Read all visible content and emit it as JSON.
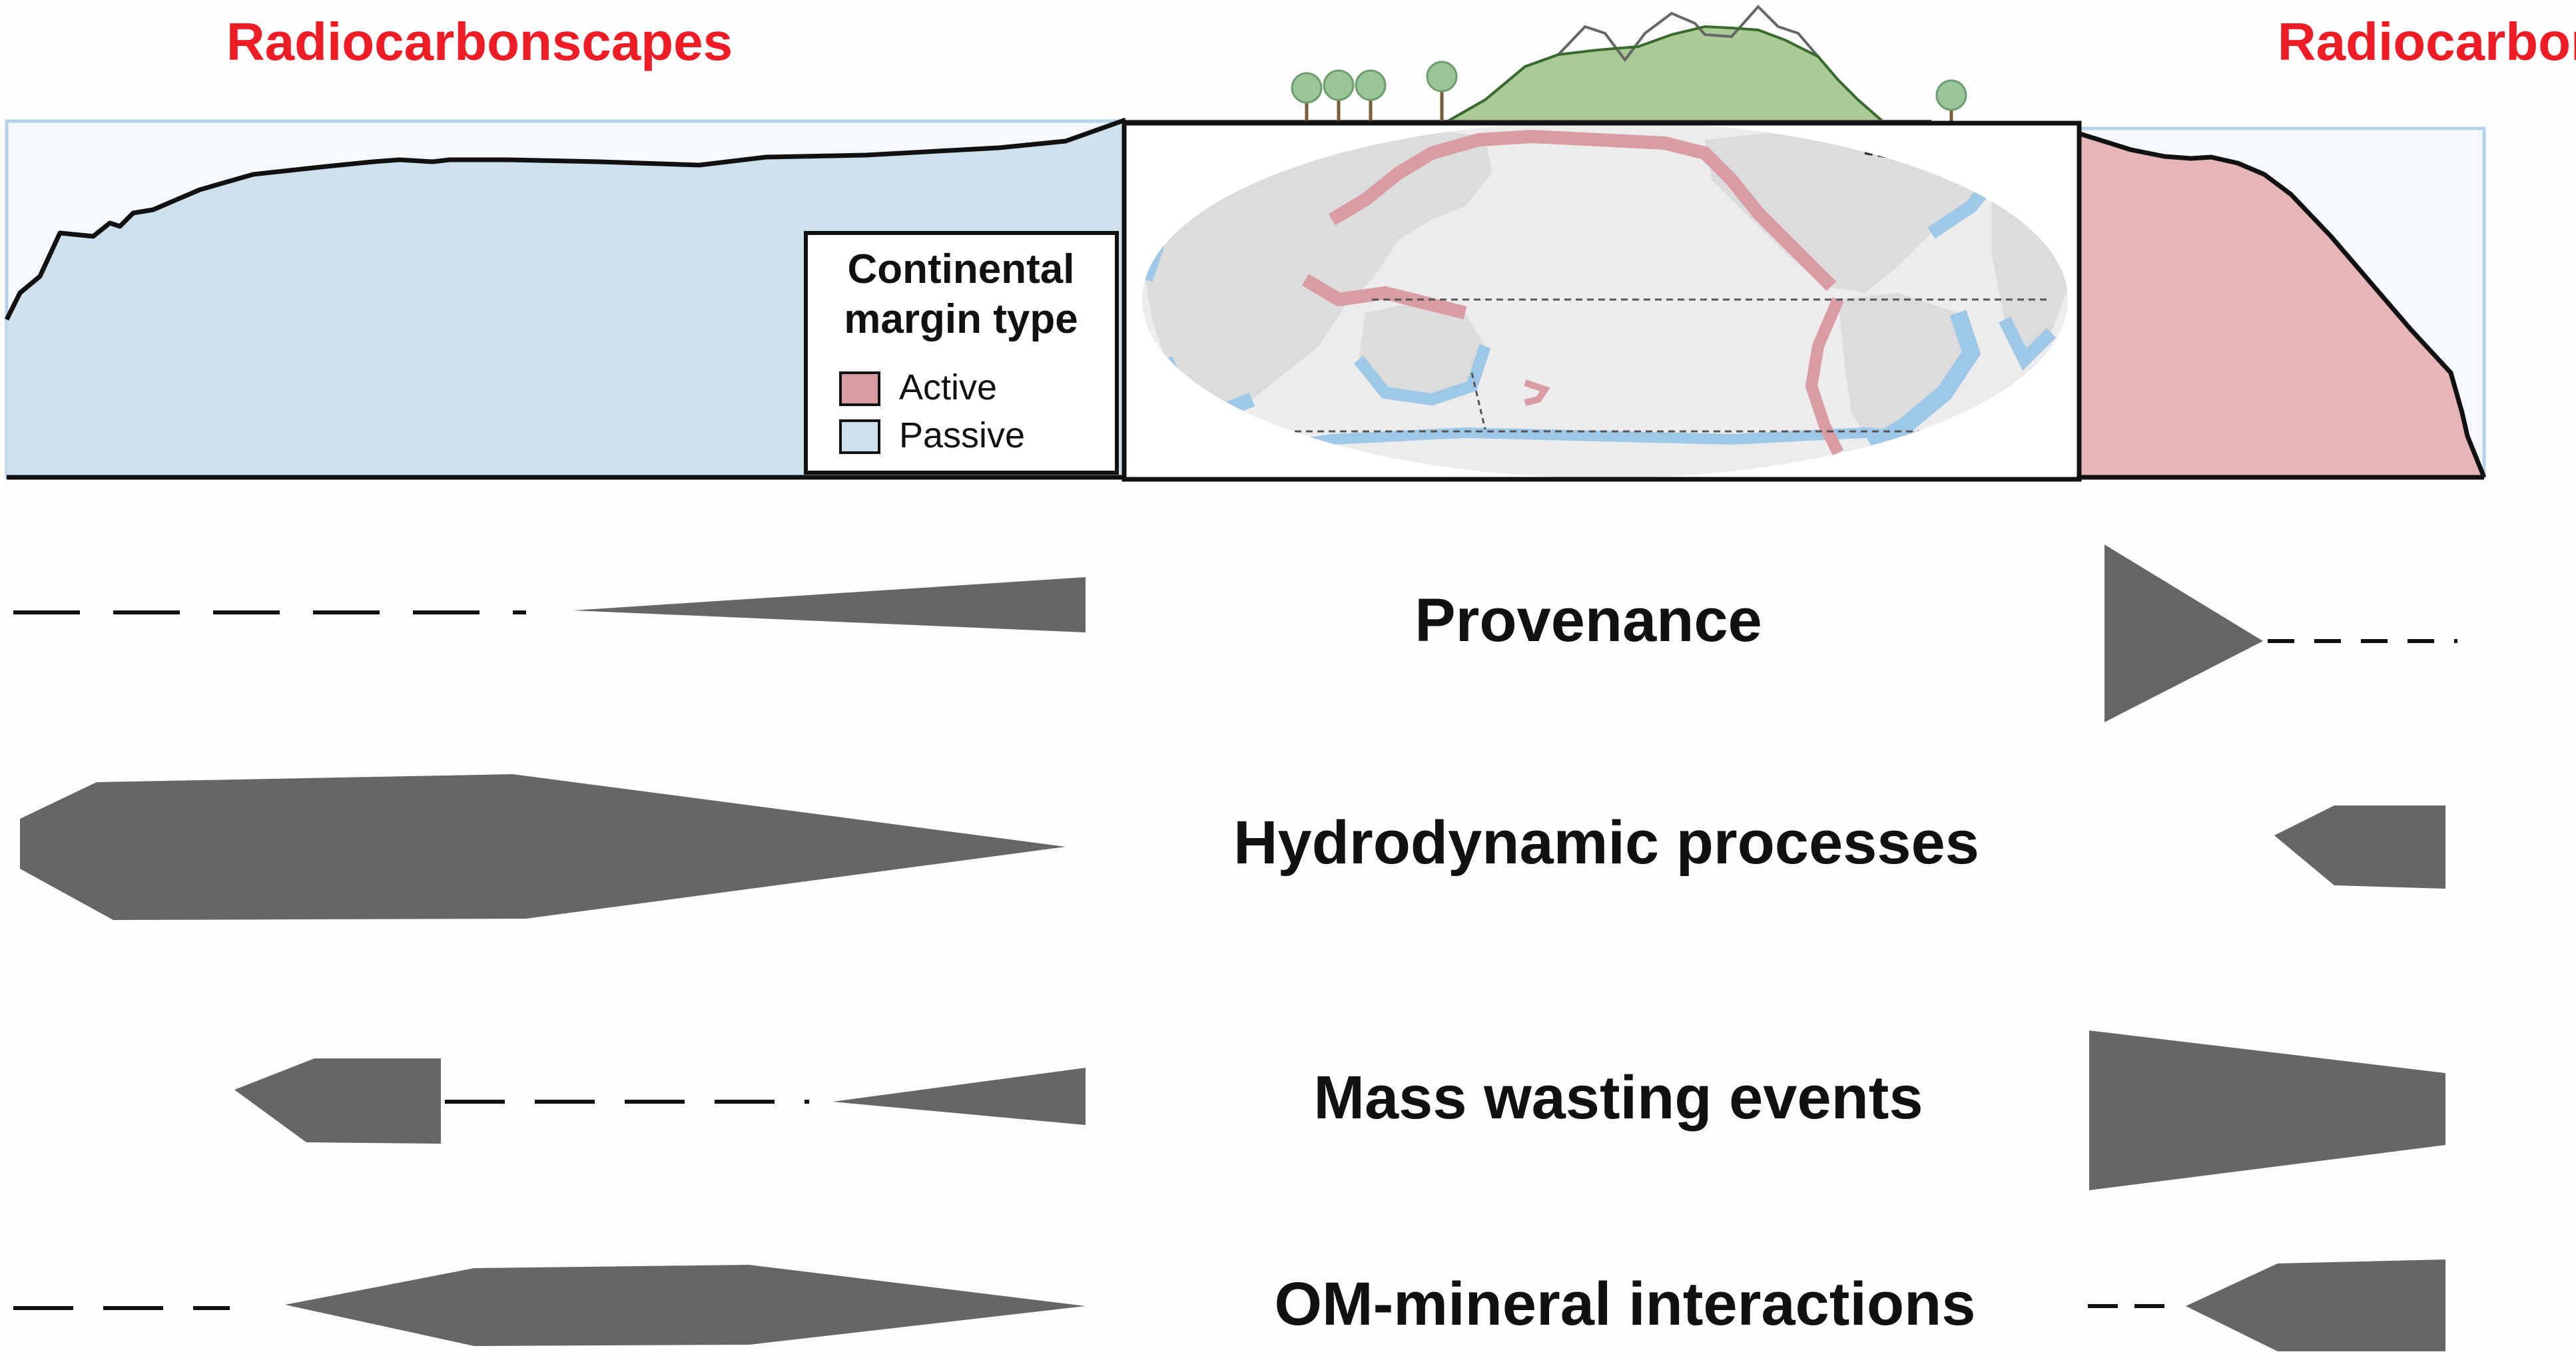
{
  "title_left": "Radiocarbonscapes",
  "title_right": "Radiocarbonscapes",
  "legend": {
    "heading_line1": "Continental",
    "heading_line2": "margin type",
    "items": [
      {
        "label": "Active",
        "color": "#d99ca2"
      },
      {
        "label": "Passive",
        "color": "#9ec8e8"
      }
    ]
  },
  "colors": {
    "passive_fill": "#cde0ec",
    "active_fill": "#e6b5b8",
    "land_gray": "#dcdcdc",
    "active_margin": "#d99ca2",
    "passive_margin": "#9ec8e8",
    "shape_gray": "#666666",
    "title_red": "#ee1c25",
    "mountain_green": "#aacb95"
  },
  "process_rows": [
    {
      "label": "Provenance"
    },
    {
      "label": "Hydrodynamic processes"
    },
    {
      "label": "Mass wasting events"
    },
    {
      "label": "OM-mineral interactions"
    }
  ]
}
